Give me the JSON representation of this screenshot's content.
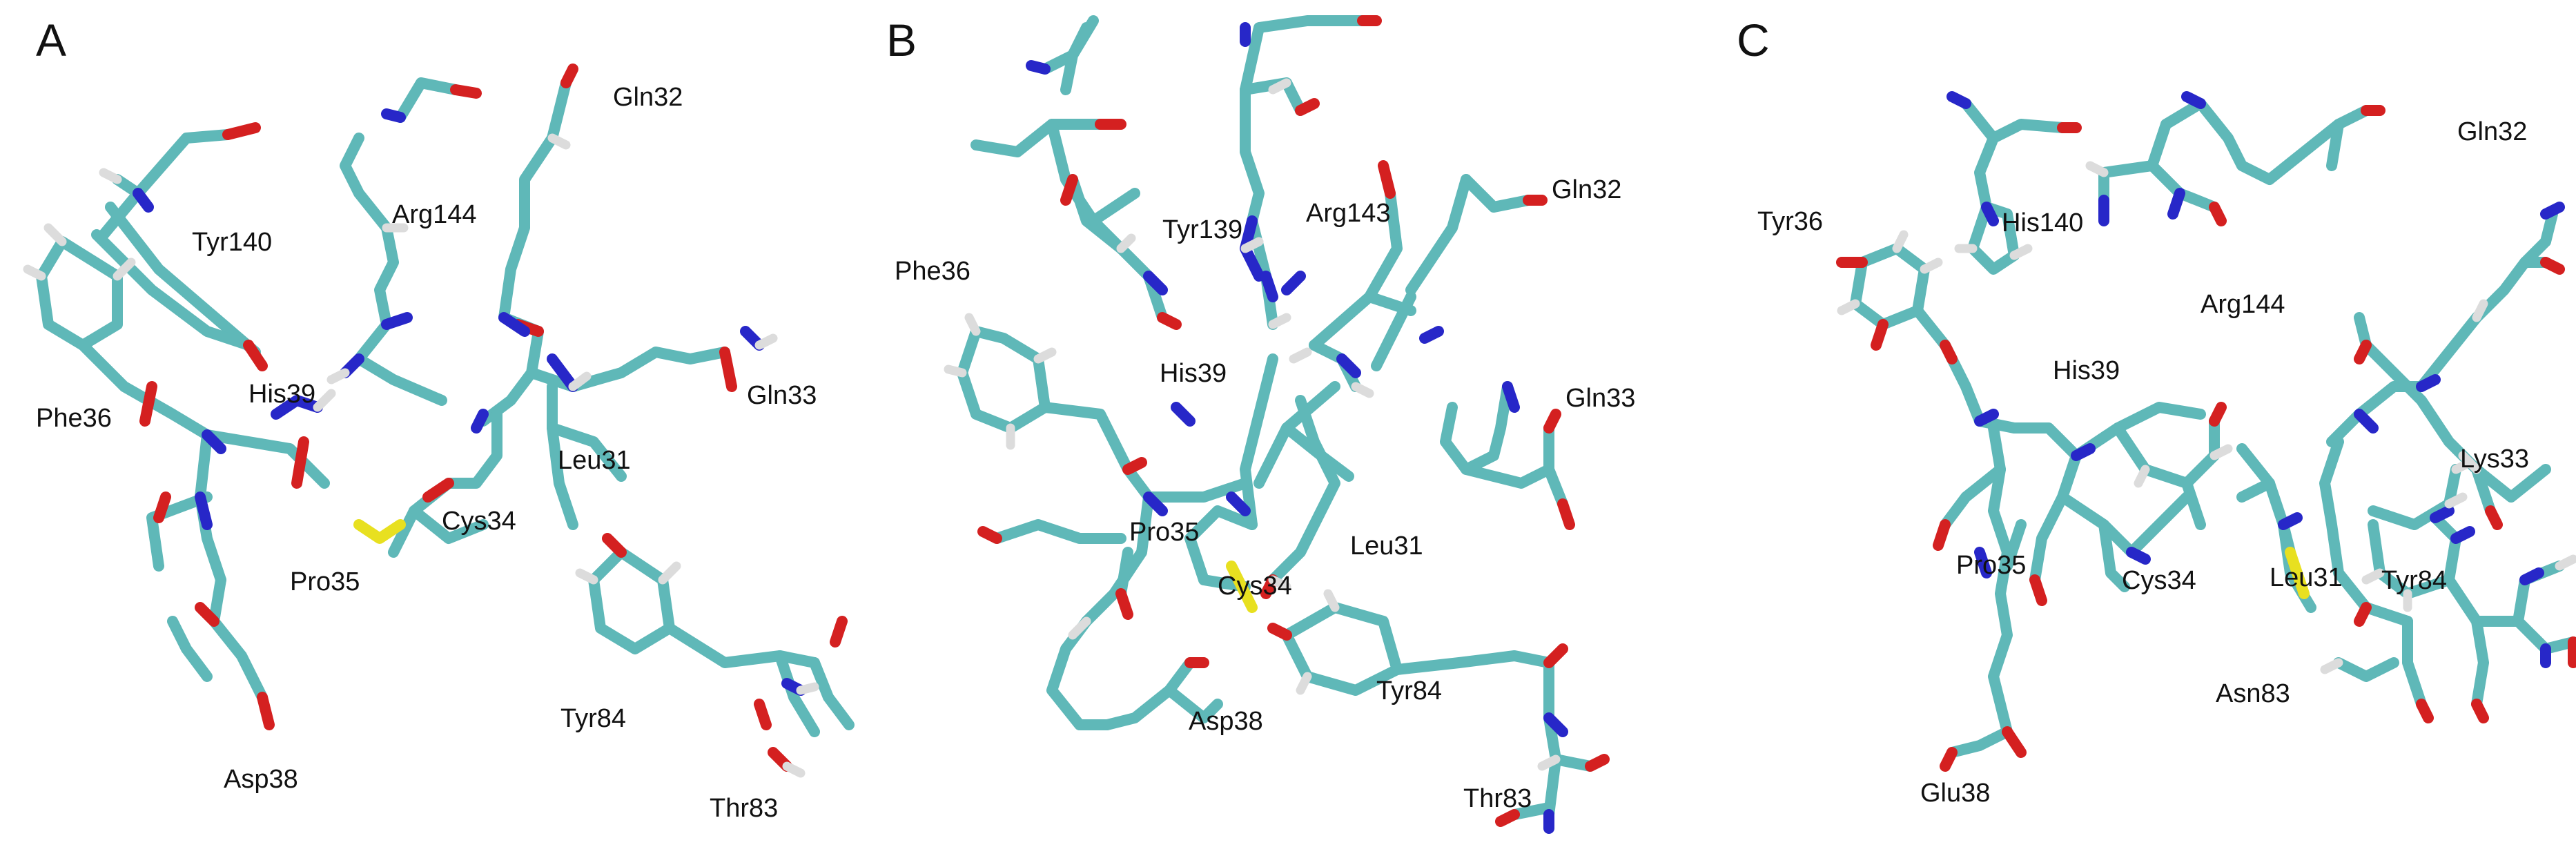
{
  "panels": [
    {
      "letter": "A",
      "residues": [
        "Gln32",
        "Arg144",
        "Tyr140",
        "Phe36",
        "His39",
        "Gln33",
        "Leu31",
        "Cys34",
        "Pro35",
        "Tyr84",
        "Asp38",
        "Thr83"
      ]
    },
    {
      "letter": "B",
      "residues": [
        "Tyr139",
        "Arg143",
        "Gln32",
        "Phe36",
        "His39",
        "Gln33",
        "Pro35",
        "Leu31",
        "Cys34",
        "Tyr84",
        "Asp38",
        "Thr83"
      ]
    },
    {
      "letter": "C",
      "residues": [
        "His140",
        "Gln32",
        "Tyr36",
        "Arg144",
        "His39",
        "Lys33",
        "Pro35",
        "Cys34",
        "Leu31",
        "Tyr84",
        "Asn83",
        "Glu38"
      ]
    }
  ],
  "colors": {
    "carbon": "#5fb8b8",
    "oxygen": "#d42020",
    "nitrogen": "#2727c8",
    "hydrogen": "#dcdcdc",
    "sulfur": "#e8e020",
    "label": "#111111"
  }
}
